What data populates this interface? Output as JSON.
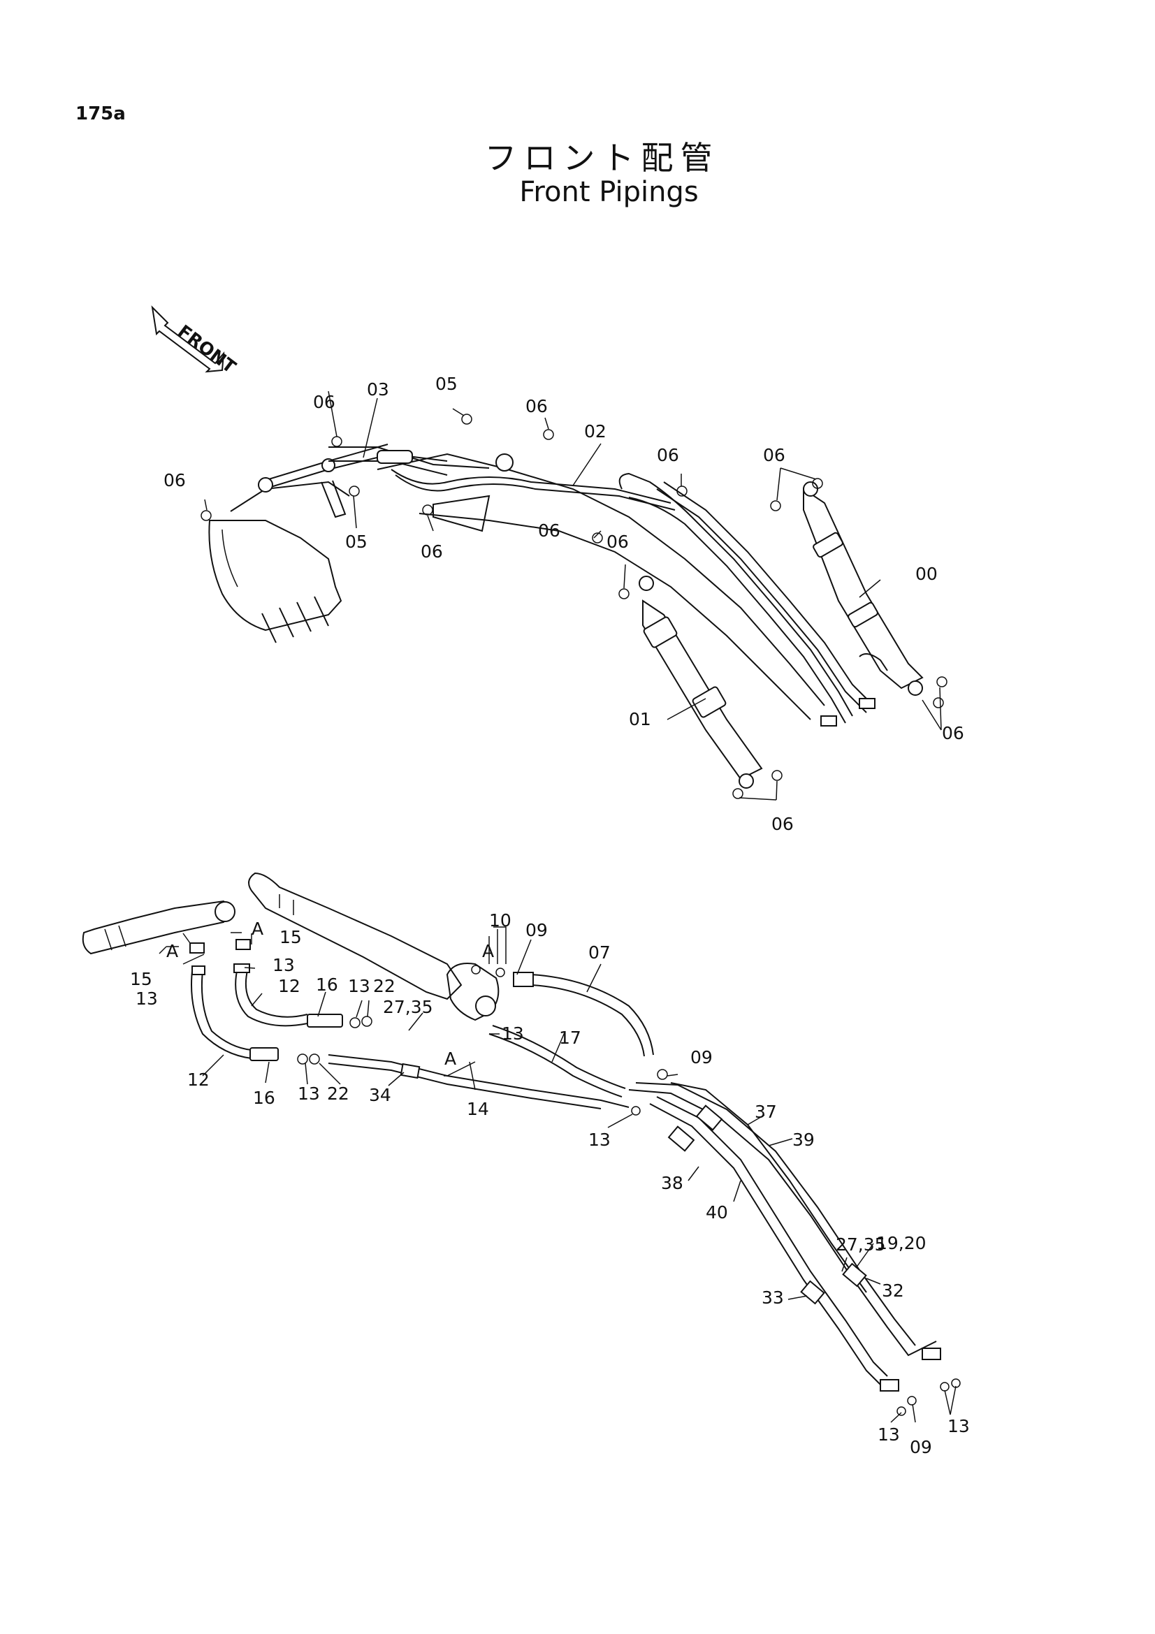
{
  "header": {
    "page_number": "175a",
    "title_jp": "フロント配管",
    "title_en": "Front Pipings"
  },
  "front_arrow": {
    "label": "FRONT"
  },
  "upper_view": {
    "callouts": [
      "06",
      "03",
      "05",
      "06",
      "02",
      "06",
      "06",
      "06",
      "05",
      "06",
      "06",
      "06",
      "00",
      "01",
      "06",
      "06"
    ]
  },
  "lower_view": {
    "callouts": [
      "10",
      "09",
      "07",
      "A",
      "15",
      "A",
      "13",
      "A",
      "15",
      "13",
      "12",
      "16",
      "13",
      "22",
      "27,35",
      "13",
      "17",
      "09",
      "12",
      "16",
      "13",
      "22",
      "34",
      "A",
      "14",
      "13",
      "37",
      "39",
      "38",
      "40",
      "27,35",
      "19,20",
      "32",
      "33",
      "13",
      "09",
      "13"
    ]
  }
}
